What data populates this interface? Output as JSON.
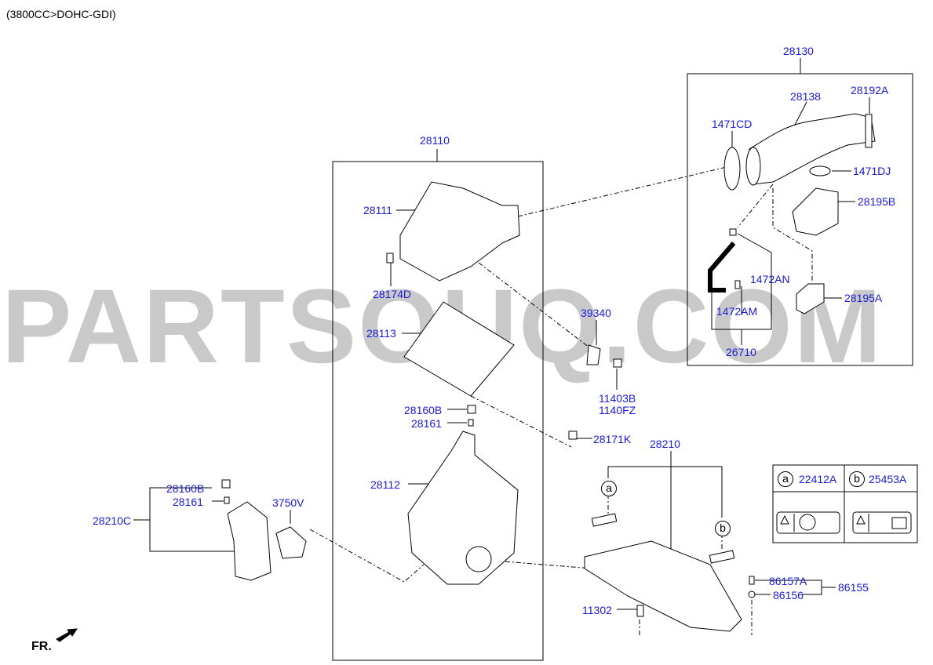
{
  "header": "(3800CC>DOHC-GDI)",
  "watermark": "PARTSOUQ.COM",
  "direction": "FR.",
  "labels": {
    "l28130": "28130",
    "l28138": "28138",
    "l28192A": "28192A",
    "l1471CD": "1471CD",
    "l1471DJ": "1471DJ",
    "l28195B": "28195B",
    "l1472AN": "1472AN",
    "l28195A": "28195A",
    "l1472AM": "1472AM",
    "l26710": "26710",
    "l28110": "28110",
    "l28111": "28111",
    "l28174D": "28174D",
    "l28113": "28113",
    "l39340": "39340",
    "l11403B": "11403B",
    "l1140FZ": "1140FZ",
    "l28160B": "28160B",
    "l28161": "28161",
    "l28171K": "28171K",
    "l28210": "28210",
    "l28112": "28112",
    "l28160B_2": "28160B",
    "l28161_2": "28161",
    "l3750V": "3750V",
    "l28210C": "28210C",
    "l86157A": "86157A",
    "l86155": "86155",
    "l86156": "86156",
    "l11302": "11302"
  },
  "callouts": {
    "a": "a",
    "b": "b"
  },
  "legend": {
    "a": {
      "mark": "a",
      "part": "22412A"
    },
    "b": {
      "mark": "b",
      "part": "25453A"
    }
  }
}
